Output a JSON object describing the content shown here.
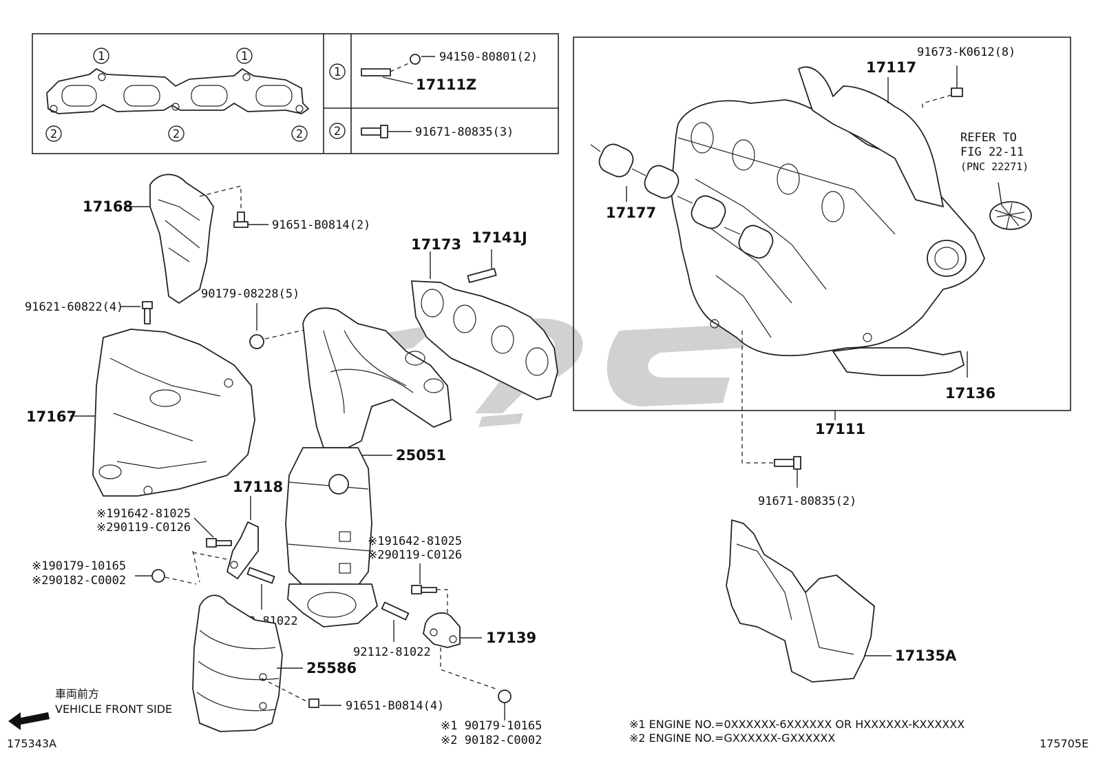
{
  "header": {
    "left_code": "175343A",
    "right_code": "175705E"
  },
  "gasket_inset": {
    "callout_1": "1",
    "callout_2": "2",
    "row1": {
      "marker": "1",
      "nut": "94150-80801(2)",
      "stud": "17111Z"
    },
    "row2": {
      "marker": "2",
      "bolt": "91671-80835(3)"
    }
  },
  "intake_box": {
    "parts": [
      "17117",
      "91673-K0612(8)",
      "17177",
      "17136"
    ],
    "refer_line1": "REFER TO",
    "refer_line2": "FIG 22-11",
    "refer_line3": "(PNC 22271)"
  },
  "labels": {
    "p17111": "17111",
    "p91671_2": "91671-80835(2)",
    "p17135A": "17135A",
    "p17168": "17168",
    "p91651_2": "91651-B0814(2)",
    "p91621": "91621-60822(4)",
    "p90179_5": "90179-08228(5)",
    "p17173": "17173",
    "p17141J": "17141J",
    "p17167": "17167",
    "p25051": "25051",
    "p17118": "17118",
    "note_a1": "※191642-81025",
    "note_a2": "※290119-C0126",
    "note_b1": "※190179-10165",
    "note_b2": "※290182-C0002",
    "note_c1": "※191642-81025",
    "note_c2": "※290119-C0126",
    "p92112_a": "92112-81022",
    "p92112_b": "92112-81022",
    "p17139": "17139",
    "p25586": "25586",
    "p91651_4": "91651-B0814(4)",
    "note_d1": "※1 90179-10165",
    "note_d2": "※2 90182-C0002"
  },
  "direction": {
    "jp": "車両前方",
    "en": "VEHICLE FRONT SIDE"
  },
  "footnotes": {
    "n1": "※1 ENGINE NO.=0XXXXXX-6XXXXXX OR HXXXXXX-KXXXXXX",
    "n2": "※2 ENGINE NO.=GXXXXXX-GXXXXXX"
  }
}
